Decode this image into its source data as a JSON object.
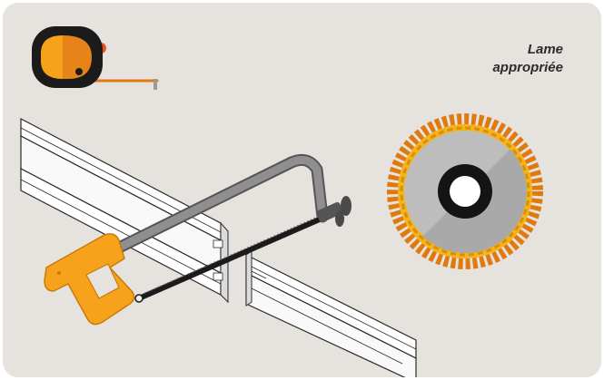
{
  "caption": {
    "line1": "Lame",
    "line2": "appropriée"
  },
  "icons": {
    "tape_measure": "tape-measure-icon",
    "hacksaw": "hacksaw-illustration",
    "saw_blade": "circular-saw-blade-icon",
    "profile": "aluminum-profile-illustration"
  },
  "colors": {
    "background": "#e6e3de",
    "accent_orange": "#f7a21b",
    "dark_orange": "#e07a10",
    "blade_gold": "#f5b41a",
    "frame_gray": "#8a8a8a",
    "black": "#1b1b1b"
  }
}
